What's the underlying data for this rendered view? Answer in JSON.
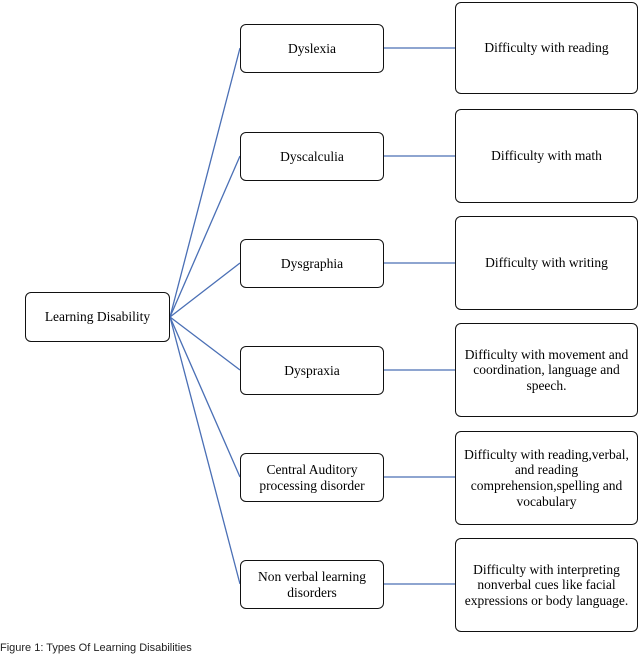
{
  "root": {
    "label": "Learning Disability"
  },
  "branches": [
    {
      "label": "Dyslexia",
      "description": "Difficulty with reading"
    },
    {
      "label": "Dyscalculia",
      "description": "Difficulty with math"
    },
    {
      "label": "Dysgraphia",
      "description": "Difficulty with writing"
    },
    {
      "label": "Dyspraxia",
      "description": "Difficulty with movement and coordination, language and speech."
    },
    {
      "label": "Central Auditory processing disorder",
      "description": "Difficulty with reading,verbal, and reading comprehension,spelling and vocabulary"
    },
    {
      "label": "Non verbal learning disorders",
      "description": "Difficulty with interpreting nonverbal cues like facial expressions or body language."
    }
  ],
  "caption": "Figure 1: Types Of Learning Disabilities",
  "colors": {
    "connector": "#4a6fb5",
    "border": "#111111"
  }
}
